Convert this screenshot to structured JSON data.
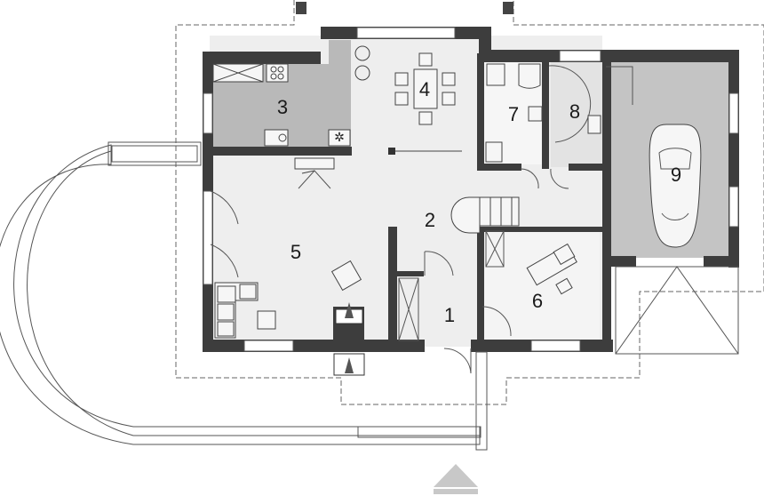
{
  "rooms": [
    {
      "id": "1",
      "label": "1"
    },
    {
      "id": "2",
      "label": "2"
    },
    {
      "id": "3",
      "label": "3"
    },
    {
      "id": "4",
      "label": "4"
    },
    {
      "id": "5",
      "label": "5"
    },
    {
      "id": "6",
      "label": "6"
    },
    {
      "id": "7",
      "label": "7"
    },
    {
      "id": "8",
      "label": "8"
    },
    {
      "id": "9",
      "label": "9"
    }
  ],
  "colors": {
    "wall": "#3d3d3d",
    "floor_light": "#eeeeee",
    "floor_kitchen": "#b9b9b9",
    "floor_garage": "#c4c4c4",
    "line": "#555555"
  },
  "icons": [
    "entrance-arrow-icon",
    "car-icon",
    "fireplace-icon",
    "stove-icon",
    "sink-icon"
  ]
}
